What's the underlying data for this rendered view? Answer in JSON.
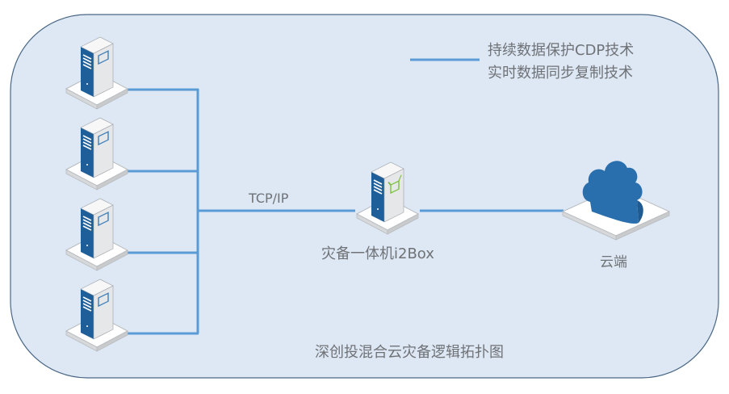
{
  "legend": {
    "line_color": "#5b9bd5",
    "line1": "持续数据保护CDP技术",
    "line2": "实时数据同步复制技术"
  },
  "diagram": {
    "title": "深创投混合云灾备逻辑拓扑图",
    "connection_label": "TCP/IP",
    "nodes": [
      {
        "id": "server-1",
        "type": "server"
      },
      {
        "id": "server-2",
        "type": "server"
      },
      {
        "id": "server-3",
        "type": "server"
      },
      {
        "id": "server-4",
        "type": "server"
      },
      {
        "id": "i2box",
        "type": "appliance",
        "label": "灾备一体机i2Box"
      },
      {
        "id": "cloud",
        "type": "cloud",
        "label": "云端"
      }
    ],
    "edges": [
      [
        "server-1",
        "i2box"
      ],
      [
        "server-2",
        "i2box"
      ],
      [
        "server-3",
        "i2box"
      ],
      [
        "server-4",
        "i2box"
      ],
      [
        "i2box",
        "cloud"
      ]
    ]
  },
  "colors": {
    "panel_bg": "#dde8f4",
    "panel_border": "#4a6785",
    "link": "#5b9bd5",
    "server_blue": "#1f5f99",
    "server_gray": "#e3e4e6",
    "accent_green": "#7cbf3c",
    "cloud_blue": "#2a6fad",
    "text": "#6f7276"
  }
}
